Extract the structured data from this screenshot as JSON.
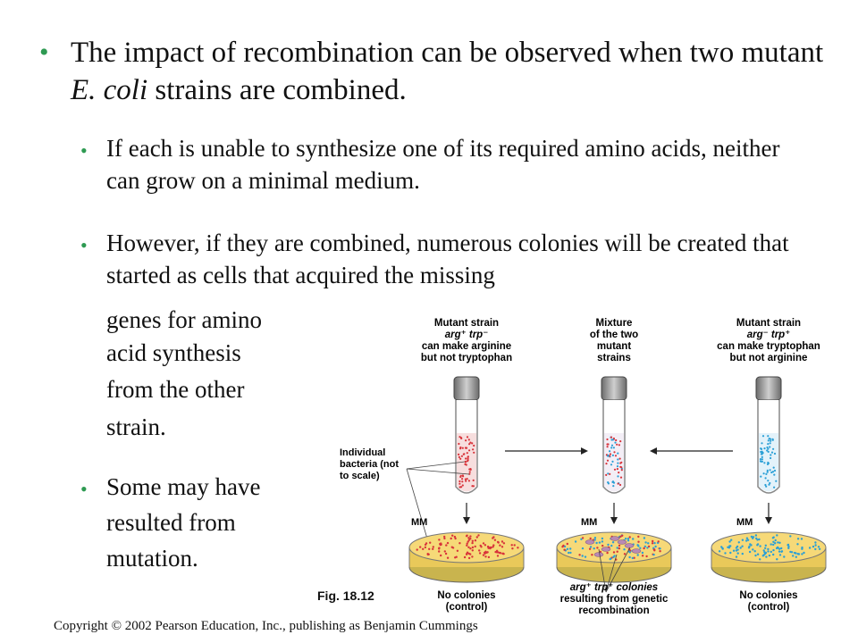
{
  "main_bullet": {
    "part1": "The impact of recombination can be observed when two mutant ",
    "italic": "E. coli",
    "part2": " strains are combined."
  },
  "sub_bullets": [
    "If each is unable to synthesize one of its required amino acids, neither can grow on a minimal medium.",
    "However, if they are combined, numerous colonies will be created that started as cells that acquired the missing",
    "Some may have"
  ],
  "continuation_lines": [
    "genes for amino",
    "acid synthesis",
    "from the other",
    "strain."
  ],
  "some_lines": [
    "resulted from",
    "mutation."
  ],
  "figure": {
    "left_strain": {
      "title": "Mutant strain",
      "genotype": "arg⁺ trp⁻",
      "desc1": "can make arginine",
      "desc2": "but not tryptophan"
    },
    "mixture": {
      "title": "Mixture",
      "line2": "of the two",
      "line3": "mutant",
      "line4": "strains"
    },
    "right_strain": {
      "title": "Mutant strain",
      "genotype": "arg⁻ trp⁺",
      "desc1": "can make tryptophan",
      "desc2": "but not arginine"
    },
    "individual_label": [
      "Individual",
      "bacteria (not",
      "to scale)"
    ],
    "mm_label": "MM",
    "left_result": [
      "No colonies",
      "(control)"
    ],
    "middle_result": [
      "arg⁺ trp⁺ colonies",
      "resulting from genetic",
      "recombination"
    ],
    "right_result": [
      "No colonies",
      "(control)"
    ],
    "fig_label": "Fig. 18.12",
    "colors": {
      "red": "#d8333a",
      "blue": "#2a9fd6",
      "agar": "#f5d77a",
      "dish": "#e8e0a0"
    }
  },
  "copyright": "Copyright © 2002 Pearson Education, Inc., publishing as Benjamin Cummings"
}
